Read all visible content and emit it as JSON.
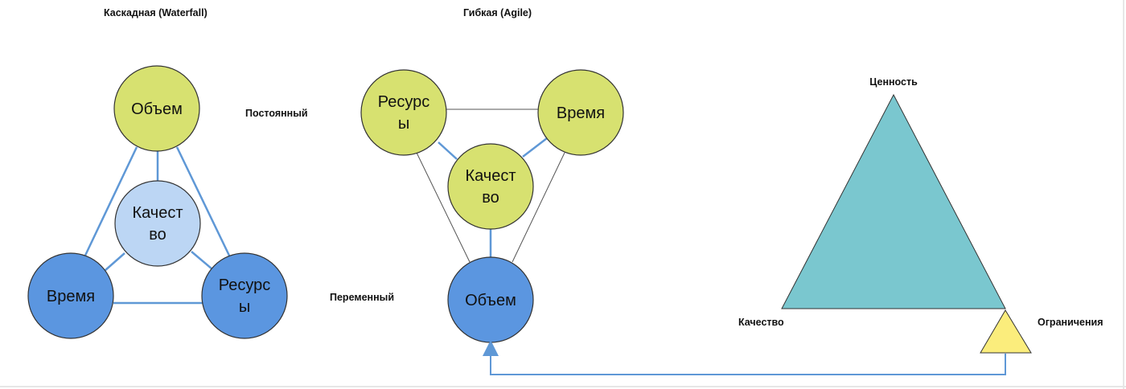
{
  "waterfall": {
    "title": "Каскадная (Waterfall)",
    "nodes": {
      "scope": [
        "Объем"
      ],
      "quality": [
        "Качест",
        "во"
      ],
      "time": [
        "Время"
      ],
      "resources": [
        "Ресурс",
        "ы"
      ]
    }
  },
  "agile": {
    "title": "Гибкая (Agile)",
    "nodes": {
      "resources": [
        "Ресурс",
        "ы"
      ],
      "time": [
        "Время"
      ],
      "quality": [
        "Качест",
        "во"
      ],
      "scope": [
        "Объем"
      ]
    }
  },
  "legend": {
    "constant": "Постоянный",
    "variable": "Переменный"
  },
  "value_triangle": {
    "top": "Ценность",
    "left": "Качество",
    "right": "Ограничения"
  },
  "colors": {
    "fixed": "#d7e170",
    "variable": "#5b96e0",
    "quality_light": "#bcd6f4",
    "connector": "#5f98d6",
    "value": "#7ac7cf",
    "constraint": "#fbed7c"
  }
}
